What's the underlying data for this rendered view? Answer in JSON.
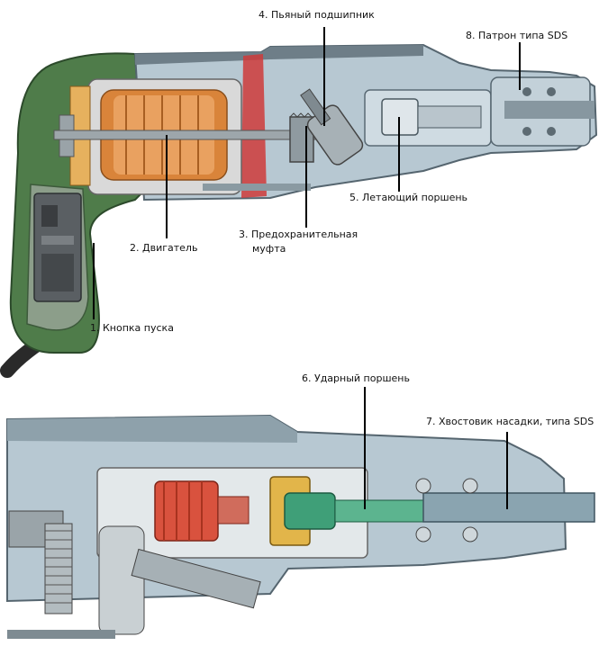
{
  "labels": {
    "l1": "1. Кнопка пуска",
    "l2": "2. Двигатель",
    "l3a": "3. Предохранительная",
    "l3b": "муфта",
    "l4": "4. Пьяный подшипник",
    "l5": "5. Летающий поршень",
    "l6": "6. Ударный поршень",
    "l7": "7. Хвостовик насадки, типа SDS",
    "l8": "8. Патрон типа SDS"
  },
  "colors": {
    "housing_green": "#4f7c4a",
    "housing_grey": "#b7c8d2",
    "copper": "#d9843a",
    "red_piston": "#d9523e",
    "green_piston": "#3f9f78",
    "leader": "#000000"
  }
}
